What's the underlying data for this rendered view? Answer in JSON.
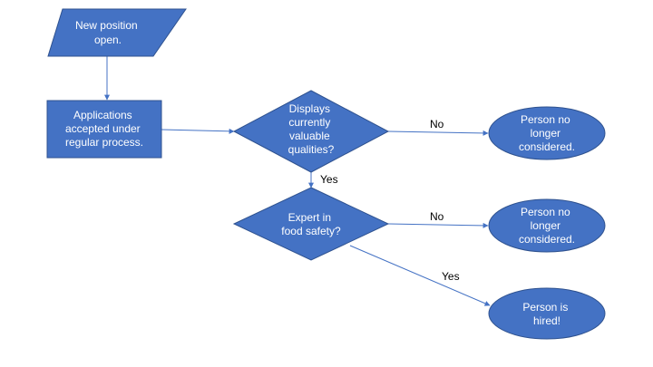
{
  "diagram": {
    "colors": {
      "node_fill": "#4472C4",
      "node_stroke": "#2F528F",
      "edge": "#4472C4",
      "node_text": "#FFFFFF",
      "label_text": "#000000"
    },
    "nodes": {
      "start": {
        "shape": "parallelogram",
        "lines": [
          "New position",
          "open."
        ]
      },
      "process": {
        "shape": "rectangle",
        "lines": [
          "Applications",
          "accepted under",
          "regular process."
        ]
      },
      "decision1": {
        "shape": "diamond",
        "lines": [
          "Displays",
          "currently",
          "valuable",
          "qualities?"
        ]
      },
      "decision2": {
        "shape": "diamond",
        "lines": [
          "Expert in",
          "food safety?"
        ]
      },
      "rejected1": {
        "shape": "ellipse",
        "lines": [
          "Person no",
          "longer",
          "considered."
        ]
      },
      "rejected2": {
        "shape": "ellipse",
        "lines": [
          "Person no",
          "longer",
          "considered."
        ]
      },
      "hired": {
        "shape": "ellipse",
        "lines": [
          "Person is",
          "hired!"
        ]
      }
    },
    "edges": {
      "e1": {
        "from": "start",
        "to": "process",
        "label": ""
      },
      "e2": {
        "from": "process",
        "to": "decision1",
        "label": ""
      },
      "e3": {
        "from": "decision1",
        "to": "rejected1",
        "label": "No"
      },
      "e4": {
        "from": "decision1",
        "to": "decision2",
        "label": "Yes"
      },
      "e5": {
        "from": "decision2",
        "to": "rejected2",
        "label": "No"
      },
      "e6": {
        "from": "decision2",
        "to": "hired",
        "label": "Yes"
      }
    }
  }
}
